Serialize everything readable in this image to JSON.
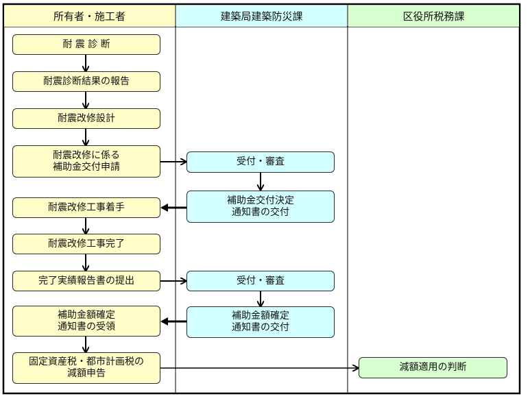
{
  "columns": {
    "owner": "所有者・施工者",
    "building_bureau": "建築局建築防災課",
    "ward_tax": "区役所税務課"
  },
  "owner_steps": {
    "s1": "耐 震 診 断",
    "s2": "耐震診断結果の報告",
    "s3": "耐震改修設計",
    "s4": "耐震改修に係る\n補助金交付申請",
    "s5": "耐震改修工事着手",
    "s6": "耐震改修工事完了",
    "s7": "完了実績報告書の提出",
    "s8": "補助金額確定\n通知書の受領",
    "s9": "固定資産税・都市計画税の\n減額申告"
  },
  "bureau_steps": {
    "b1": "受付・審査",
    "b2": "補助金交付決定\n通知書の交付",
    "b3": "受付・審査",
    "b4": "補助金額確定\n通知書の交付"
  },
  "tax_steps": {
    "t1": "減額適用の判断"
  },
  "colors": {
    "owner_fill": "#fffdc8",
    "bureau_fill": "#d2ffff",
    "tax_fill": "#d8ffcf",
    "line": "#000000"
  }
}
